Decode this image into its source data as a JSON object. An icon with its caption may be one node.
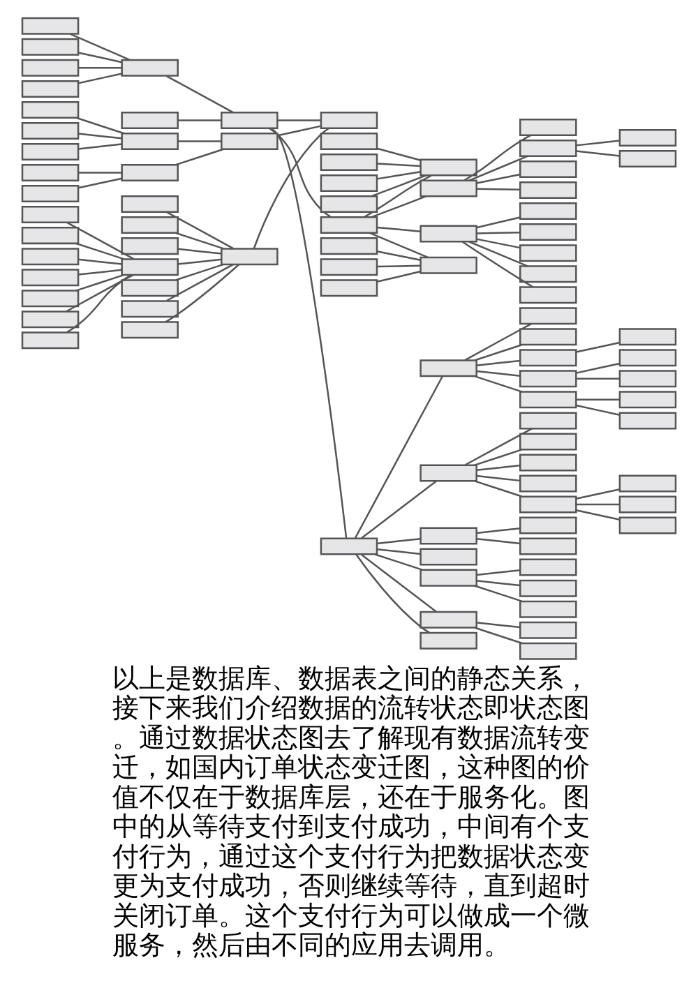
{
  "diagram": {
    "caption": "以上是数据库、数据表之间的静态关系，接下来我们介绍数据的流转状态即状态图。通过数据状态图去了解现有数据流转变迁，如国内订单状态变迁图，这种图的价值不仅在于数据库层，还在于服务化。图中的从等待支付到支付成功，中间有个支付行为，通过这个支付行为把数据状态变更为支付成功，否则继续等待，直到超时关闭订单。这个支付行为可以做成一个微服务，然后由不同的应用去调用。",
    "nodes": [
      {
        "text": [],
        "shape": "box"
      },
      {
        "text": [],
        "shape": "box"
      },
      {
        "text": [],
        "shape": "box"
      },
      {
        "text": [],
        "shape": "box"
      },
      {
        "text": [],
        "shape": "box"
      },
      {
        "text": [],
        "shape": "box"
      },
      {
        "text": [],
        "shape": "box"
      },
      {
        "text": [],
        "shape": "box"
      },
      {
        "text": [],
        "shape": "box"
      },
      {
        "text": [],
        "shape": "box"
      },
      {
        "text": [],
        "shape": "box"
      },
      {
        "text": [],
        "shape": "box"
      },
      {
        "text": [],
        "shape": "box"
      },
      {
        "text": [],
        "shape": "box"
      },
      {
        "text": [],
        "shape": "box"
      },
      {
        "text": [],
        "shape": "box"
      },
      {
        "text": [],
        "shape": "box"
      },
      {
        "text": [],
        "shape": "box"
      },
      {
        "text": [],
        "shape": "box"
      },
      {
        "text": [],
        "shape": "box"
      },
      {
        "text": [],
        "shape": "box"
      },
      {
        "text": [],
        "shape": "box"
      },
      {
        "text": [],
        "shape": "box"
      },
      {
        "text": [],
        "shape": "box"
      },
      {
        "text": [],
        "shape": "box"
      },
      {
        "text": [],
        "shape": "box"
      },
      {
        "text": [],
        "shape": "box"
      },
      {
        "text": [],
        "shape": "box"
      },
      {
        "text": [],
        "shape": "box"
      },
      {
        "text": [],
        "shape": "box"
      },
      {
        "text": [],
        "shape": "box"
      },
      {
        "text": [],
        "shape": "box"
      },
      {
        "text": [],
        "shape": "box"
      },
      {
        "text": [],
        "shape": "box"
      },
      {
        "text": [],
        "shape": "box"
      },
      {
        "text": [],
        "shape": "box"
      },
      {
        "text": [],
        "shape": "box"
      },
      {
        "text": [],
        "shape": "box"
      },
      {
        "text": [],
        "shape": "box"
      },
      {
        "text": [],
        "shape": "box"
      },
      {
        "text": [],
        "shape": "box"
      },
      {
        "text": [],
        "shape": "box"
      },
      {
        "text": [],
        "shape": "box"
      },
      {
        "text": [],
        "shape": "box"
      },
      {
        "text": [],
        "shape": "box"
      },
      {
        "text": [],
        "shape": "box"
      },
      {
        "text": [],
        "shape": "box"
      },
      {
        "text": [],
        "shape": "box"
      },
      {
        "text": [],
        "shape": "box"
      },
      {
        "text": [],
        "shape": "box"
      },
      {
        "text": [],
        "shape": "box"
      },
      {
        "text": [],
        "shape": "box"
      },
      {
        "text": [],
        "shape": "box"
      },
      {
        "text": [],
        "shape": "box"
      },
      {
        "text": [],
        "shape": "box"
      },
      {
        "text": [],
        "shape": "box"
      },
      {
        "text": [],
        "shape": "box"
      },
      {
        "text": [],
        "shape": "box"
      },
      {
        "text": [],
        "shape": "box"
      },
      {
        "text": [],
        "shape": "box"
      },
      {
        "text": [],
        "shape": "box"
      },
      {
        "text": [],
        "shape": "box"
      },
      {
        "text": [],
        "shape": "box"
      },
      {
        "text": [],
        "shape": "box"
      },
      {
        "text": [],
        "shape": "box"
      },
      {
        "text": [],
        "shape": "box"
      },
      {
        "text": [],
        "shape": "box"
      },
      {
        "text": [],
        "shape": "box"
      },
      {
        "text": [],
        "shape": "box"
      },
      {
        "text": [],
        "shape": "box"
      },
      {
        "text": [],
        "shape": "box"
      },
      {
        "text": [],
        "shape": "box"
      },
      {
        "text": [],
        "shape": "box"
      },
      {
        "text": [],
        "shape": "box"
      },
      {
        "text": [],
        "shape": "box"
      },
      {
        "text": [],
        "shape": "box"
      },
      {
        "text": [],
        "shape": "box"
      },
      {
        "text": [],
        "shape": "box"
      },
      {
        "text": [],
        "shape": "box"
      },
      {
        "text": [],
        "shape": "box"
      },
      {
        "text": [],
        "shape": "box"
      },
      {
        "text": [],
        "shape": "box"
      },
      {
        "text": [],
        "shape": "box"
      },
      {
        "text": [],
        "shape": "box"
      },
      {
        "text": [],
        "shape": "box"
      },
      {
        "text": [],
        "shape": "box"
      },
      {
        "text": [],
        "shape": "box"
      }
    ],
    "edges": [
      {
        "from": 0,
        "to": 4,
        "arrow": "none"
      },
      {
        "from": 1,
        "to": 4,
        "arrow": "none"
      },
      {
        "from": 2,
        "to": 4,
        "arrow": "none"
      },
      {
        "from": 3,
        "to": 4,
        "arrow": "none"
      },
      {
        "from": 4,
        "to": 6,
        "arrow": "none"
      },
      {
        "from": 5,
        "to": 6,
        "arrow": "none"
      },
      {
        "from": 6,
        "to": 7,
        "arrow": "none"
      },
      {
        "from": 6,
        "to": 8,
        "arrow": "none"
      },
      {
        "from": 6,
        "to": 9,
        "arrow": "none"
      },
      {
        "from": 9,
        "to": 10,
        "arrow": "none"
      },
      {
        "from": 11,
        "to": 14,
        "arrow": "none"
      },
      {
        "from": 12,
        "to": 14,
        "arrow": "none"
      },
      {
        "from": 13,
        "to": 14,
        "arrow": "none"
      },
      {
        "from": 15,
        "to": 17,
        "arrow": "none"
      },
      {
        "from": 16,
        "to": 17,
        "arrow": "none"
      },
      {
        "from": 14,
        "to": 18,
        "arrow": "none"
      },
      {
        "from": 17,
        "to": 18,
        "arrow": "none"
      },
      {
        "from": 18,
        "to": 7,
        "arrow": "none"
      },
      {
        "from": 19,
        "to": 7,
        "arrow": "none"
      },
      {
        "from": 20,
        "to": 19,
        "arrow": "none"
      },
      {
        "from": 21,
        "to": 19,
        "arrow": "none"
      },
      {
        "from": 22,
        "to": 19,
        "arrow": "none"
      },
      {
        "from": 23,
        "to": 19,
        "arrow": "none"
      },
      {
        "from": 24,
        "to": 19,
        "arrow": "none"
      },
      {
        "from": 25,
        "to": 19,
        "arrow": "none"
      },
      {
        "from": 26,
        "to": 19,
        "arrow": "none"
      },
      {
        "from": 27,
        "to": 23,
        "arrow": "none"
      },
      {
        "from": 28,
        "to": 23,
        "arrow": "none"
      },
      {
        "from": 29,
        "to": 23,
        "arrow": "none"
      },
      {
        "from": 30,
        "to": 23,
        "arrow": "none"
      },
      {
        "from": 31,
        "to": 23,
        "arrow": "none"
      },
      {
        "from": 32,
        "to": 23,
        "arrow": "none"
      },
      {
        "from": 33,
        "to": 23,
        "arrow": "none"
      },
      {
        "from": 10,
        "to": 34,
        "arrow": "none"
      },
      {
        "from": 10,
        "to": 35,
        "arrow": "none"
      },
      {
        "from": 10,
        "to": 36,
        "arrow": "none"
      },
      {
        "from": 10,
        "to": 37,
        "arrow": "none"
      },
      {
        "from": 10,
        "to": 38,
        "arrow": "none"
      },
      {
        "from": 36,
        "to": 39,
        "arrow": "none"
      },
      {
        "from": 37,
        "to": 40,
        "arrow": "none"
      },
      {
        "from": 37,
        "to": 41,
        "arrow": "none"
      },
      {
        "from": 38,
        "to": 42,
        "arrow": "none"
      },
      {
        "from": 38,
        "to": 43,
        "arrow": "none"
      },
      {
        "from": 44,
        "to": 51,
        "arrow": "none"
      },
      {
        "from": 45,
        "to": 51,
        "arrow": "none"
      },
      {
        "from": 46,
        "to": 51,
        "arrow": "none"
      },
      {
        "from": 47,
        "to": 51,
        "arrow": "none"
      },
      {
        "from": 48,
        "to": 52,
        "arrow": "none"
      },
      {
        "from": 49,
        "to": 52,
        "arrow": "none"
      },
      {
        "from": 50,
        "to": 52,
        "arrow": "none"
      },
      {
        "from": 8,
        "to": 51,
        "arrow": "none"
      },
      {
        "from": 8,
        "to": 52,
        "arrow": "none"
      },
      {
        "from": 8,
        "to": 53,
        "arrow": "none"
      },
      {
        "from": 8,
        "to": 54,
        "arrow": "none"
      },
      {
        "from": 54,
        "to": 55,
        "arrow": "none"
      },
      {
        "from": 54,
        "to": 56,
        "arrow": "none"
      },
      {
        "from": 54,
        "to": 57,
        "arrow": "none"
      },
      {
        "from": 54,
        "to": 58,
        "arrow": "none"
      },
      {
        "from": 54,
        "to": 59,
        "arrow": "none"
      },
      {
        "from": 53,
        "to": 60,
        "arrow": "none"
      },
      {
        "from": 53,
        "to": 61,
        "arrow": "none"
      },
      {
        "from": 53,
        "to": 62,
        "arrow": "none"
      },
      {
        "from": 53,
        "to": 63,
        "arrow": "none"
      },
      {
        "from": 61,
        "to": 64,
        "arrow": "none"
      },
      {
        "from": 61,
        "to": 65,
        "arrow": "none"
      },
      {
        "from": 9,
        "to": 66,
        "arrow": "none"
      },
      {
        "from": 9,
        "to": 67,
        "arrow": "none"
      },
      {
        "from": 9,
        "to": 68,
        "arrow": "none"
      },
      {
        "from": 9,
        "to": 69,
        "arrow": "none"
      },
      {
        "from": 9,
        "to": 70,
        "arrow": "none"
      },
      {
        "from": 9,
        "to": 71,
        "arrow": "none"
      },
      {
        "from": 66,
        "to": 72,
        "arrow": "none"
      },
      {
        "from": 66,
        "to": 73,
        "arrow": "none"
      },
      {
        "from": 66,
        "to": 74,
        "arrow": "none"
      },
      {
        "from": 66,
        "to": 75,
        "arrow": "none"
      },
      {
        "from": 66,
        "to": 76,
        "arrow": "none"
      },
      {
        "from": 76,
        "to": 77,
        "arrow": "none"
      },
      {
        "from": 76,
        "to": 78,
        "arrow": "none"
      },
      {
        "from": 76,
        "to": 79,
        "arrow": "none"
      },
      {
        "from": 67,
        "to": 80,
        "arrow": "none"
      },
      {
        "from": 67,
        "to": 81,
        "arrow": "none"
      },
      {
        "from": 69,
        "to": 82,
        "arrow": "none"
      },
      {
        "from": 69,
        "to": 83,
        "arrow": "none"
      },
      {
        "from": 69,
        "to": 84,
        "arrow": "none"
      },
      {
        "from": 70,
        "to": 85,
        "arrow": "none"
      },
      {
        "from": 70,
        "to": 86,
        "arrow": "none"
      }
    ]
  }
}
